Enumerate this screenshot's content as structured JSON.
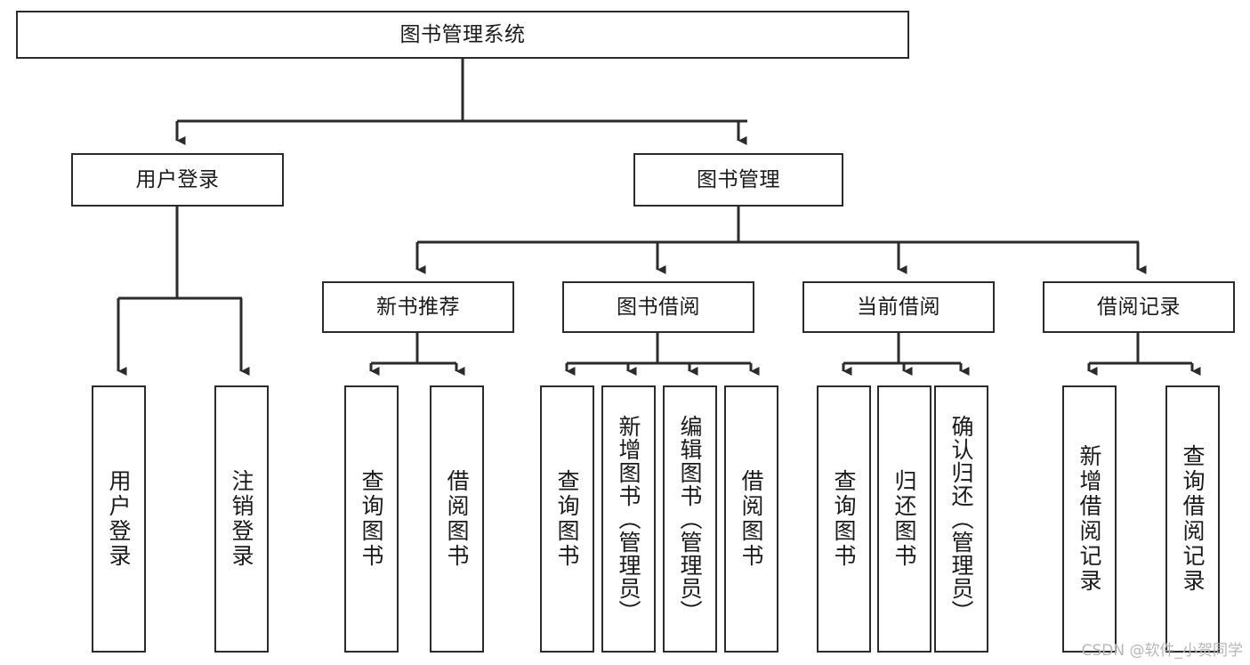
{
  "diagram": {
    "title": "图书管理系统",
    "type": "tree-hierarchy",
    "watermark": "CSDN @软件_小贺同学",
    "colors": {
      "background": "#ffffff",
      "box_border": "#2b2b2b",
      "box_fill": "#ffffff",
      "text": "#1a1a1a",
      "connector": "#2b2b2b",
      "watermark": "#b7b7b7"
    },
    "nodes": {
      "root": {
        "label": "图书管理系统"
      },
      "level2": [
        {
          "id": "user-login",
          "label": "用户登录"
        },
        {
          "id": "book-manage",
          "label": "图书管理"
        }
      ],
      "level3": [
        {
          "id": "new-book-recommend",
          "label": "新书推荐"
        },
        {
          "id": "book-borrow",
          "label": "图书借阅"
        },
        {
          "id": "current-borrow",
          "label": "当前借阅"
        },
        {
          "id": "borrow-record",
          "label": "借阅记录"
        }
      ],
      "leaves": [
        {
          "id": "leaf-user-login",
          "label": "用户登录",
          "parent": "user-login"
        },
        {
          "id": "leaf-logout-login",
          "label": "注销登录",
          "parent": "user-login"
        },
        {
          "id": "leaf-query-book-1",
          "label": "查询图书",
          "parent": "new-book-recommend"
        },
        {
          "id": "leaf-borrow-book-1",
          "label": "借阅图书",
          "parent": "new-book-recommend"
        },
        {
          "id": "leaf-query-book-2",
          "label": "查询图书",
          "parent": "book-borrow"
        },
        {
          "id": "leaf-add-book-admin",
          "label": "新增图书（管理员）",
          "parent": "book-borrow"
        },
        {
          "id": "leaf-edit-book-admin",
          "label": "编辑图书（管理员）",
          "parent": "book-borrow"
        },
        {
          "id": "leaf-borrow-book-2",
          "label": "借阅图书",
          "parent": "book-borrow"
        },
        {
          "id": "leaf-query-book-3",
          "label": "查询图书",
          "parent": "current-borrow"
        },
        {
          "id": "leaf-return-book",
          "label": "归还图书",
          "parent": "current-borrow"
        },
        {
          "id": "leaf-confirm-return-admin",
          "label": "确认归还（管理员）",
          "parent": "current-borrow"
        },
        {
          "id": "leaf-add-borrow-record",
          "label": "新增借阅记录",
          "parent": "borrow-record"
        },
        {
          "id": "leaf-query-borrow-record",
          "label": "查询借阅记录",
          "parent": "borrow-record"
        }
      ]
    }
  }
}
